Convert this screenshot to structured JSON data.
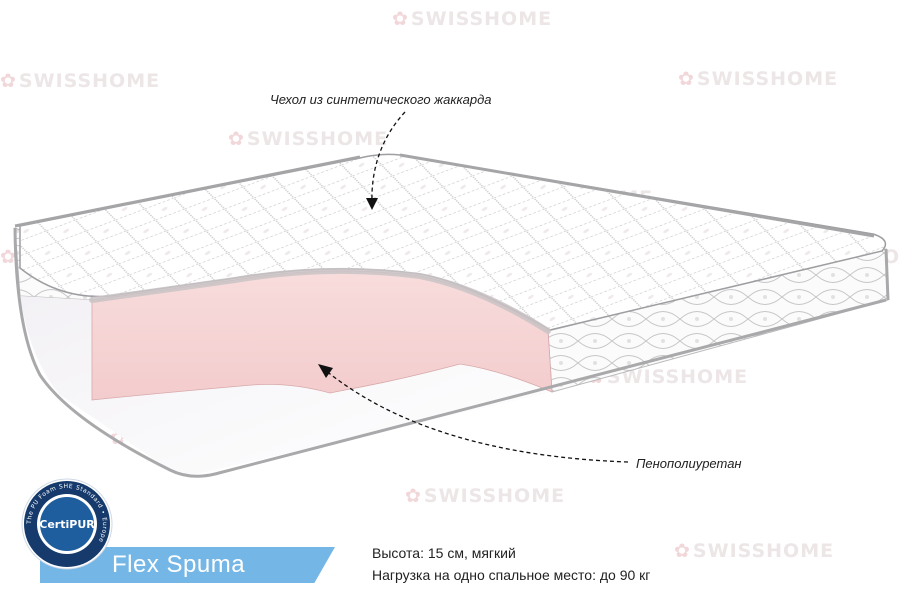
{
  "watermark": {
    "text": "SWISSHOME",
    "star_glyph": "✿"
  },
  "callouts": {
    "cover": "Чехол из синтетического жаккарда",
    "foam": "Пенополиуретан"
  },
  "product": {
    "name": "Flex Spuma",
    "height_line": "Высота: 15 см, мягкий",
    "load_line": "Нагрузка на одно спальное место: до 90 кг"
  },
  "badge": {
    "label": "CertiPUR",
    "ring_text": "The PU Foam SHE Standard • Europe"
  },
  "colors": {
    "ribbon": "#74b7e6",
    "foam": "#f6d3d3",
    "badge_blue": "#1e5d9e",
    "badge_navy": "#153a6b"
  }
}
